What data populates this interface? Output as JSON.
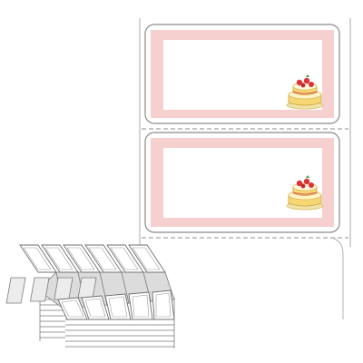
{
  "product": {
    "label_count_shown": 2,
    "label_border_color": "#f6cfcf",
    "label_fill_color": "#ffffff",
    "liner_color": "#ffffff",
    "outline_color": "#9a9a9a",
    "perforation_style": "dashed",
    "icon": "cake-icon"
  },
  "stack": {
    "fold_style": "fanfold",
    "columns": 6,
    "outline_color": "#6f6f6f"
  }
}
